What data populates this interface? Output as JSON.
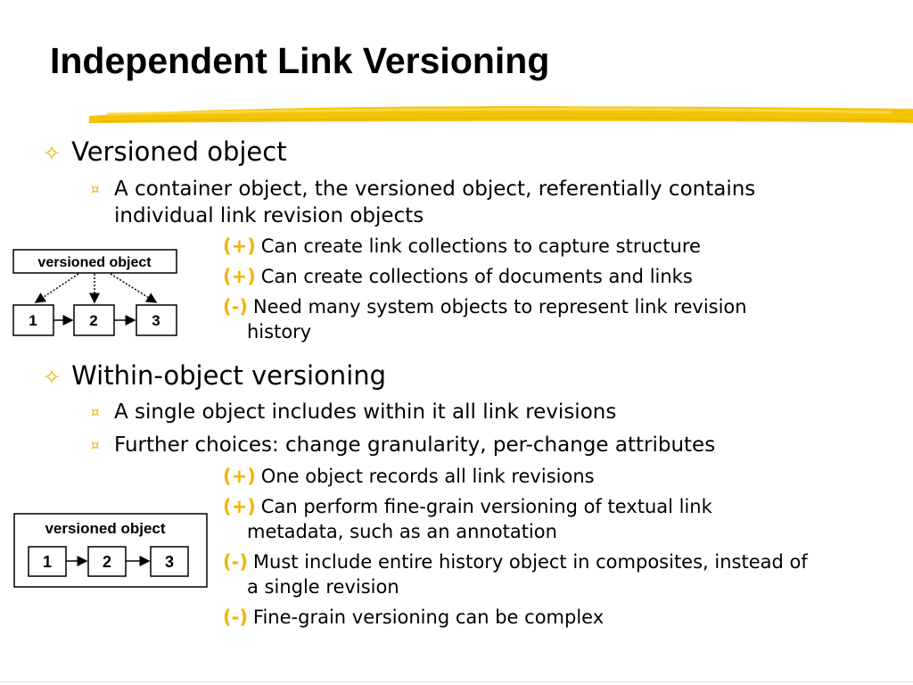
{
  "slide": {
    "title": "Independent Link Versioning",
    "sections": [
      {
        "heading": "Versioned object",
        "subpoints": [
          "A container object, the versioned object, referentially contains individual link revision objects"
        ],
        "pros_cons": [
          {
            "sign": "(+)",
            "text": "Can create link collections to capture structure"
          },
          {
            "sign": "(+)",
            "text": "Can create collections of documents and links"
          },
          {
            "sign": "(-)",
            "text": "Need many system objects to represent link revision",
            "cont": "history"
          }
        ],
        "diagram": {
          "label": "versioned object",
          "items": [
            "1",
            "2",
            "3"
          ]
        }
      },
      {
        "heading": "Within-object versioning",
        "subpoints": [
          "A single object includes within it all link revisions",
          "Further choices: change granularity, per-change attributes"
        ],
        "pros_cons": [
          {
            "sign": "(+)",
            "text": "One object records all link revisions"
          },
          {
            "sign": "(+)",
            "text": "Can perform fine-grain versioning of textual link",
            "cont": "metadata, such as an annotation"
          },
          {
            "sign": "(-)",
            "text": "Must include entire history object in composites, instead of",
            "cont": "a single revision"
          },
          {
            "sign": "(-)",
            "text": "Fine-grain versioning can be complex"
          }
        ],
        "diagram": {
          "label": "versioned object",
          "items": [
            "1",
            "2",
            "3"
          ]
        }
      }
    ]
  },
  "colors": {
    "accent": "#f0b400",
    "stroke": "#f5c400"
  },
  "icons": {
    "level1": "diamond-star-icon",
    "level2": "z-bullet-icon"
  }
}
